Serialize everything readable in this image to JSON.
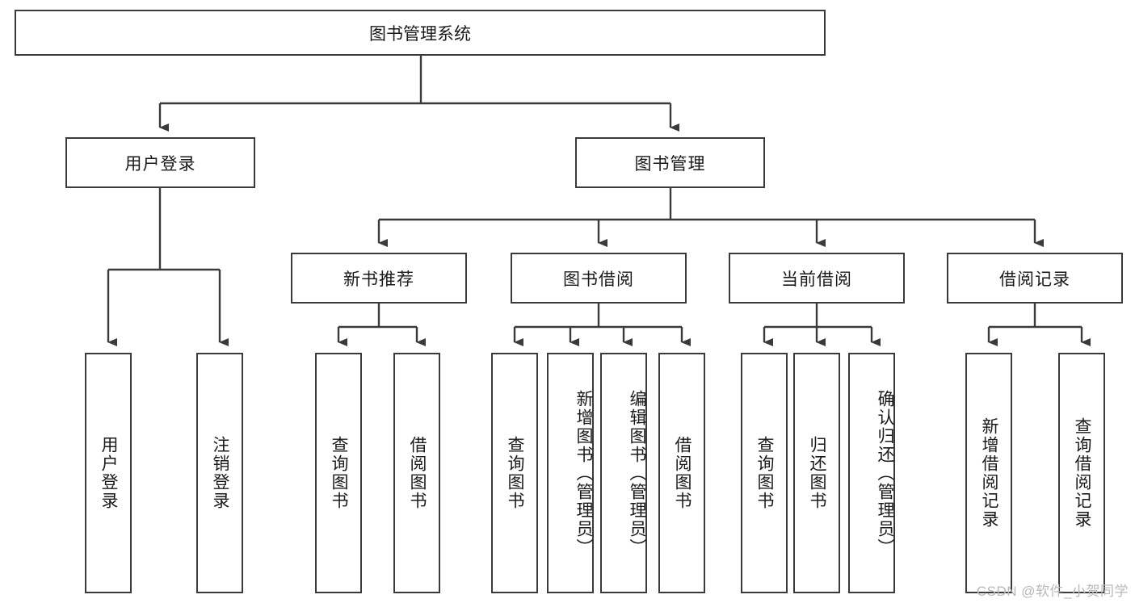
{
  "diagram": {
    "type": "tree-hierarchy-chart",
    "title": "图书管理系统",
    "colors": {
      "box_border": "#3a3a3a",
      "box_fill": "#ffffff",
      "line": "#3a3a3a",
      "text": "#1a1a1a",
      "watermark": "#b9b9b9"
    },
    "levels": {
      "root": {
        "label": "图书管理系统"
      },
      "level2": [
        {
          "label": "用户登录"
        },
        {
          "label": "图书管理"
        }
      ],
      "level3": [
        {
          "label": "新书推荐"
        },
        {
          "label": "图书借阅"
        },
        {
          "label": "当前借阅"
        },
        {
          "label": "借阅记录"
        }
      ],
      "leaves": [
        {
          "label": "用户登录",
          "parent": "用户登录"
        },
        {
          "label": "注销登录",
          "parent": "用户登录"
        },
        {
          "label": "查询图书",
          "parent": "新书推荐"
        },
        {
          "label": "借阅图书",
          "parent": "新书推荐"
        },
        {
          "label": "查询图书",
          "parent": "图书借阅"
        },
        {
          "label": "新增图书（管理员）",
          "parent": "图书借阅"
        },
        {
          "label": "编辑图书（管理员）",
          "parent": "图书借阅"
        },
        {
          "label": "借阅图书",
          "parent": "图书借阅"
        },
        {
          "label": "查询图书",
          "parent": "当前借阅"
        },
        {
          "label": "归还图书",
          "parent": "当前借阅"
        },
        {
          "label": "确认归还（管理员）",
          "parent": "当前借阅"
        },
        {
          "label": "新增借阅记录",
          "parent": "借阅记录"
        },
        {
          "label": "查询借阅记录",
          "parent": "借阅记录"
        }
      ]
    },
    "watermark": "CSDN @软件_小贺同学"
  }
}
